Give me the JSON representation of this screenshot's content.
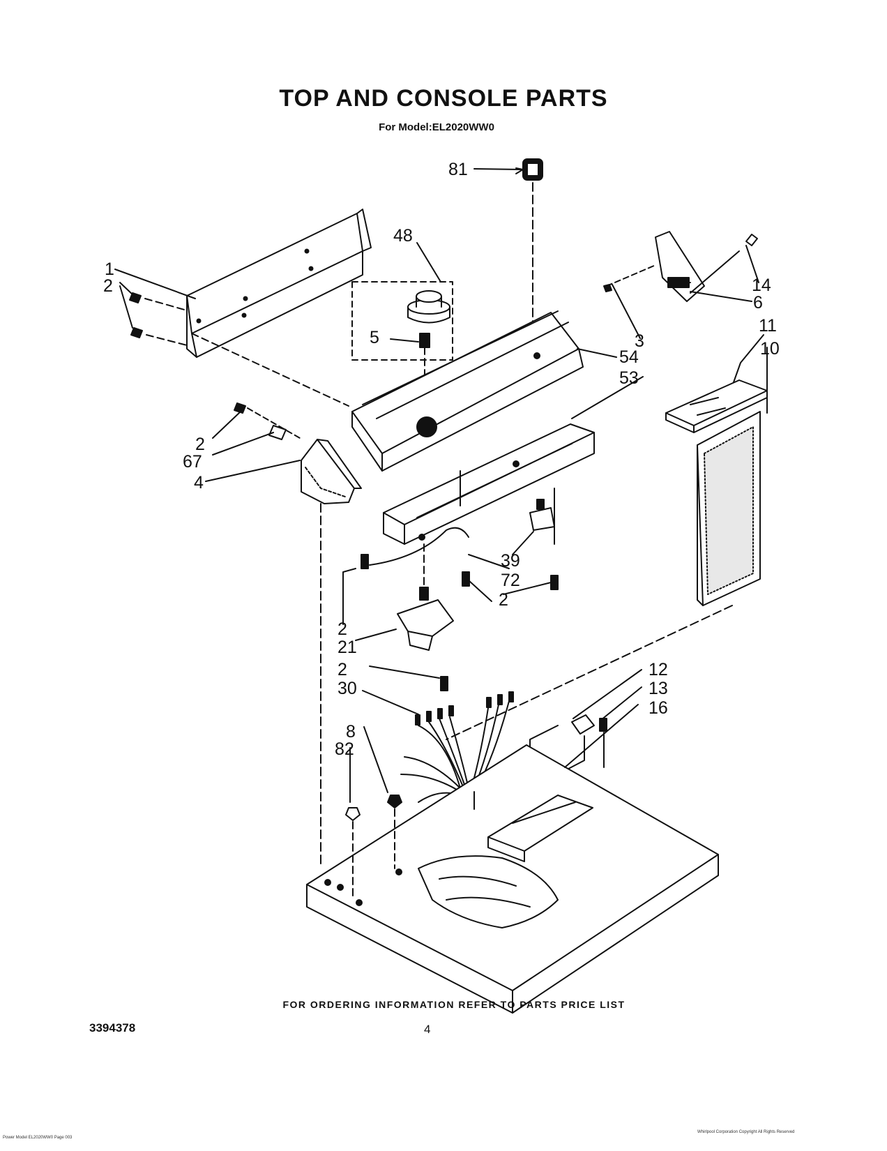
{
  "header": {
    "title": "TOP AND CONSOLE PARTS",
    "subtitle": "For Model:EL2020WW0"
  },
  "callouts": [
    "81",
    "48",
    "1",
    "2",
    "5",
    "14",
    "3",
    "6",
    "11",
    "54",
    "10",
    "53",
    "2",
    "67",
    "4",
    "39",
    "72",
    "2",
    "2",
    "21",
    "2",
    "30",
    "12",
    "13",
    "16",
    "8",
    "82"
  ],
  "footer": {
    "ordering_note": "FOR ORDERING INFORMATION REFER TO PARTS PRICE LIST",
    "document_number": "3394378",
    "page_number": "4",
    "fine_print_left": "Power Model EL2020WW0 Page 003",
    "fine_print_right": "Whirlpool Corporation Copyright All Rights Reserved"
  }
}
